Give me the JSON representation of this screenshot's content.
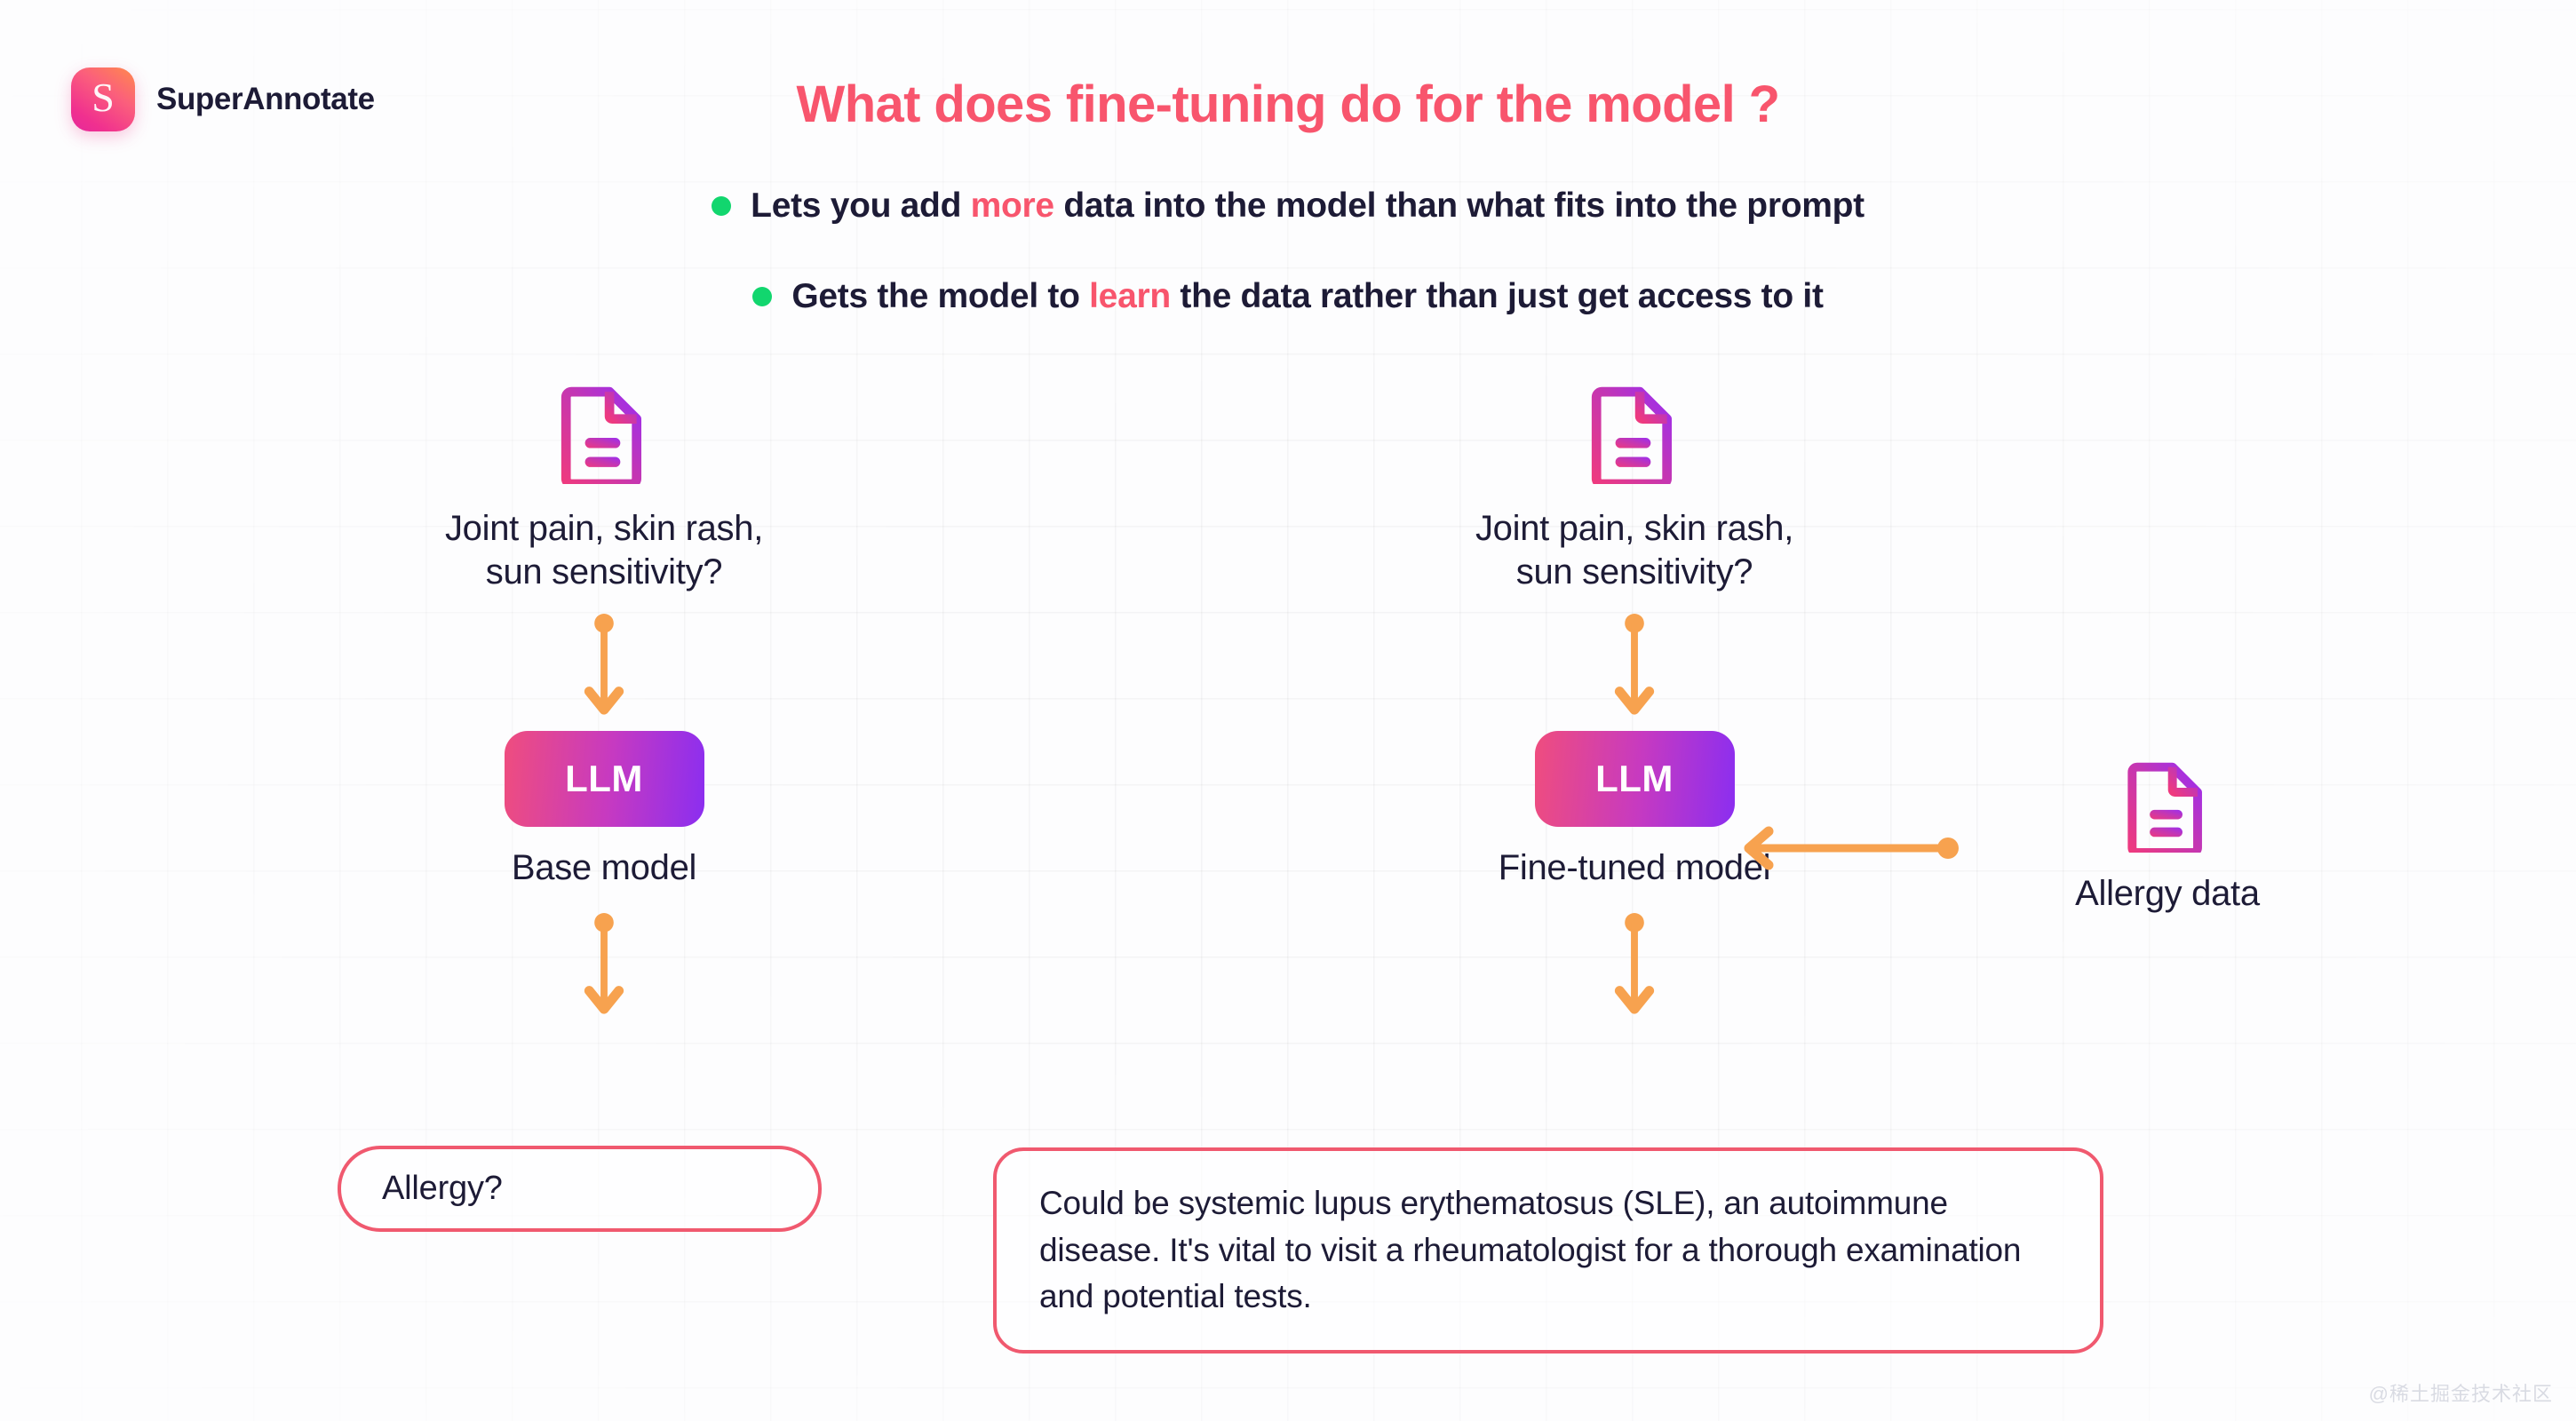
{
  "brand": {
    "mark_glyph": "S",
    "name": "SuperAnnotate"
  },
  "title": "What does fine-tuning do for the model ?",
  "bullets": [
    {
      "pre": "Lets you add ",
      "highlight": "more",
      "post": " data into the model than what fits into the prompt"
    },
    {
      "pre": "Gets the model to ",
      "highlight": "learn",
      "post": " the data rather than just get access to it"
    }
  ],
  "flow": {
    "left": {
      "prompt_line1": "Joint pain, skin rash,",
      "prompt_line2": "sun sensitivity?",
      "llm_label": "LLM",
      "model_label": "Base model",
      "answer": "Allergy?"
    },
    "right": {
      "prompt_line1": "Joint pain, skin rash,",
      "prompt_line2": "sun sensitivity?",
      "llm_label": "LLM",
      "model_label": "Fine-tuned model",
      "answer": "Could be systemic lupus erythematosus (SLE), an autoimmune disease. It's vital to visit a rheumatologist for a thorough examination and potential tests."
    },
    "side_node": {
      "label": "Allergy data"
    }
  },
  "colors": {
    "title": "#f8556d",
    "highlight": "#f8556d",
    "bullet_dot": "#12d66e",
    "arrow": "#f7a24f",
    "answer_border": "#f0596f",
    "text": "#1d1b36",
    "doc_gradient_from": "#ee3a7f",
    "doc_gradient_to": "#9b2ef0",
    "llm_gradient_from": "#ef4d7e",
    "llm_gradient_to": "#8b2ef0",
    "background": "#fdfdfe"
  },
  "watermark": "@稀土掘金技术社区"
}
